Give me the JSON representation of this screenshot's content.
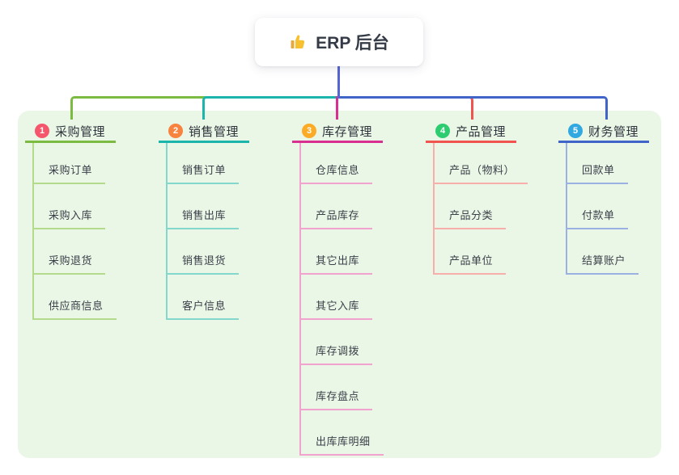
{
  "root": {
    "label": "ERP 后台",
    "icon": "thumbs-up-icon",
    "icon_colors": {
      "hand": "#f7c02e",
      "cuff": "#e8a93c"
    }
  },
  "canvas": {
    "panel_bg": "#eaf7e6",
    "stem_color": "#5564d6"
  },
  "branches": [
    {
      "num": "1",
      "label": "采购管理",
      "badge_color": "#f6566b",
      "line_color": "#7cbb41",
      "light_color": "#b4da8b",
      "children": [
        "采购订单",
        "采购入库",
        "采购退货",
        "供应商信息"
      ]
    },
    {
      "num": "2",
      "label": "销售管理",
      "badge_color": "#f8833f",
      "line_color": "#1cb5ab",
      "light_color": "#84d7cc",
      "children": [
        "销售订单",
        "销售出库",
        "销售退货",
        "客户信息"
      ]
    },
    {
      "num": "3",
      "label": "库存管理",
      "badge_color": "#fbab26",
      "line_color": "#d82f91",
      "light_color": "#f2a2ce",
      "children": [
        "仓库信息",
        "产品库存",
        "其它出库",
        "其它入库",
        "库存调拨",
        "库存盘点",
        "出库库明细"
      ]
    },
    {
      "num": "4",
      "label": "产品管理",
      "badge_color": "#2ecc71",
      "line_color": "#f1544f",
      "light_color": "#f8afab",
      "children": [
        "产品（物料）",
        "产品分类",
        "产品单位"
      ]
    },
    {
      "num": "5",
      "label": "财务管理",
      "badge_color": "#31a9e0",
      "line_color": "#4164c9",
      "light_color": "#9bb1e2",
      "children": [
        "回款单",
        "付款单",
        "结算账户"
      ]
    }
  ]
}
